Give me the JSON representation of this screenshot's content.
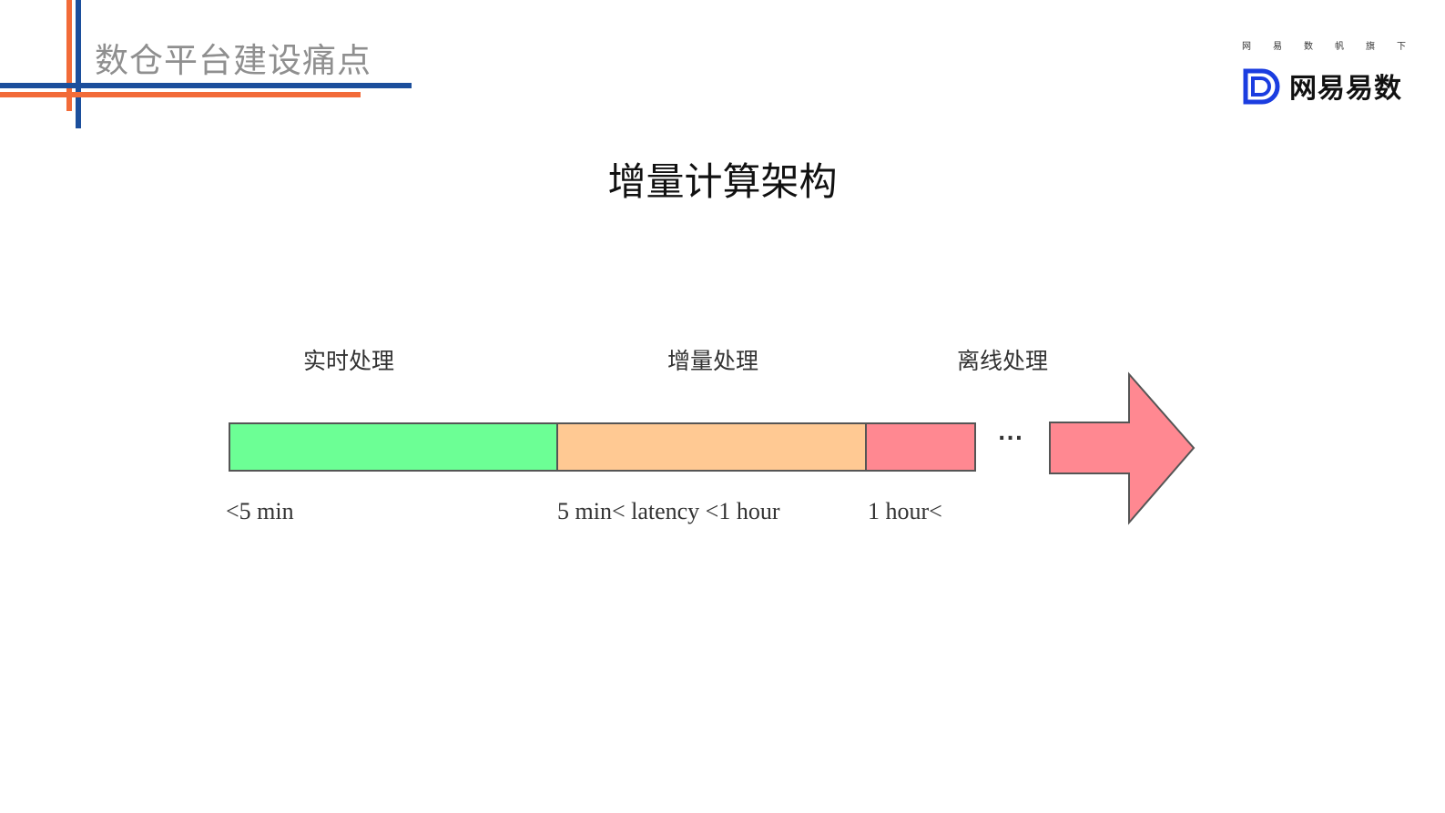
{
  "header": {
    "title": "数仓平台建设痛点"
  },
  "brand": {
    "tagline": [
      "网",
      "易",
      "数",
      "帆",
      "旗",
      "下"
    ],
    "name": "网易易数",
    "icon": "logo-d-icon",
    "color": "#1b3de0"
  },
  "diagram": {
    "title": "增量计算架构",
    "stages": [
      {
        "label": "实时处理",
        "latency": "<5 min",
        "color": "#6cff95"
      },
      {
        "label": "增量处理",
        "latency": "5 min< latency <1 hour",
        "color": "#ffc993"
      },
      {
        "label": "离线处理",
        "latency": "1 hour<",
        "color": "#ff8891"
      }
    ],
    "ellipsis": "...",
    "arrow_color": "#ff8891"
  },
  "colors": {
    "accent_orange": "#f26b38",
    "accent_blue": "#1c4f9c"
  }
}
